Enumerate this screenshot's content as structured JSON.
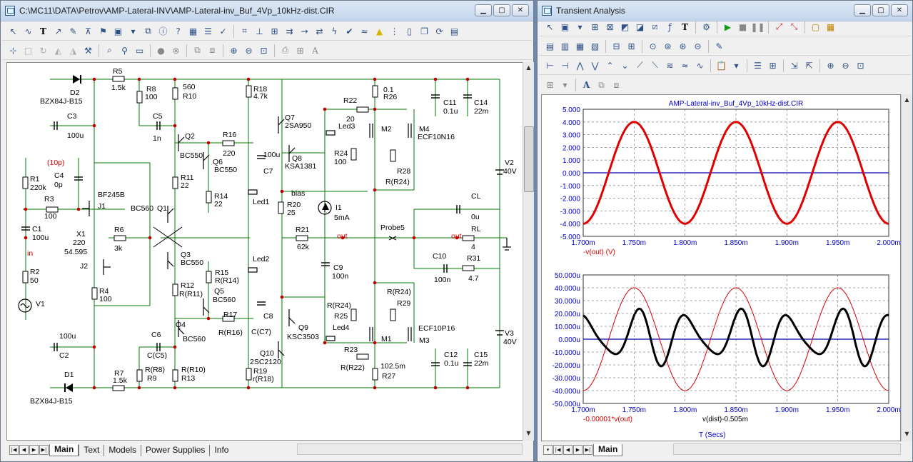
{
  "schematic_window": {
    "title": "C:\\MC11\\DATA\\Petrov\\AMP-Lateral-INV\\AMP-Lateral-inv_Buf_4Vp_10kHz-dist.CIR",
    "tabs": [
      "Main",
      "Text",
      "Models",
      "Power Supplies",
      "Info"
    ],
    "active_tab": "Main",
    "component_labels": [
      {
        "id": "d2",
        "text": "D2"
      },
      {
        "id": "d2m",
        "text": "BZX84J-B15"
      },
      {
        "id": "r5",
        "text": "R5"
      },
      {
        "id": "r5v",
        "text": "1.5k"
      },
      {
        "id": "r8",
        "text": "R8"
      },
      {
        "id": "r8v",
        "text": "100"
      },
      {
        "id": "r10v",
        "text": "560"
      },
      {
        "id": "r10",
        "text": "R10"
      },
      {
        "id": "c3",
        "text": "C3"
      },
      {
        "id": "c3v",
        "text": "100u"
      },
      {
        "id": "c5",
        "text": "C5"
      },
      {
        "id": "c5v",
        "text": "1n"
      },
      {
        "id": "q2",
        "text": "Q2"
      },
      {
        "id": "q2m",
        "text": "BC550"
      },
      {
        "id": "r16",
        "text": "R16"
      },
      {
        "id": "r16v",
        "text": "220"
      },
      {
        "id": "q6",
        "text": "Q6"
      },
      {
        "id": "q6m",
        "text": "BC550"
      },
      {
        "id": "r18",
        "text": "R18"
      },
      {
        "id": "r18v",
        "text": "4.7k"
      },
      {
        "id": "q7",
        "text": "Q7"
      },
      {
        "id": "q7m",
        "text": "2SA950"
      },
      {
        "id": "r22",
        "text": "R22"
      },
      {
        "id": "r22v",
        "text": "20"
      },
      {
        "id": "r26v",
        "text": "0.1"
      },
      {
        "id": "r26",
        "text": "R26"
      },
      {
        "id": "c11",
        "text": "C11"
      },
      {
        "id": "c11v",
        "text": "0.1u"
      },
      {
        "id": "c14",
        "text": "C14"
      },
      {
        "id": "c14v",
        "text": "22m"
      },
      {
        "id": "led3",
        "text": "Led3"
      },
      {
        "id": "m2",
        "text": "M2"
      },
      {
        "id": "m4",
        "text": "M4"
      },
      {
        "id": "m4m",
        "text": "ECF10N16"
      },
      {
        "id": "c7v",
        "text": "100u"
      },
      {
        "id": "c7",
        "text": "C7"
      },
      {
        "id": "q8",
        "text": "Q8"
      },
      {
        "id": "q8m",
        "text": "KSA1381"
      },
      {
        "id": "r24",
        "text": "R24"
      },
      {
        "id": "r24v",
        "text": "100"
      },
      {
        "id": "r28",
        "text": "R28"
      },
      {
        "id": "r28v",
        "text": "R(R24)"
      },
      {
        "id": "v2",
        "text": "V2"
      },
      {
        "id": "v2v",
        "text": "40V"
      },
      {
        "id": "c10p",
        "text": "(10p)"
      },
      {
        "id": "r1",
        "text": "R1"
      },
      {
        "id": "r1v",
        "text": "220k"
      },
      {
        "id": "c4",
        "text": "C4"
      },
      {
        "id": "c4v",
        "text": "0p"
      },
      {
        "id": "r11",
        "text": "R11"
      },
      {
        "id": "r11v",
        "text": "22"
      },
      {
        "id": "j1m",
        "text": "BF245B"
      },
      {
        "id": "j1",
        "text": "J1"
      },
      {
        "id": "r3",
        "text": "R3"
      },
      {
        "id": "r3v",
        "text": "100"
      },
      {
        "id": "r14",
        "text": "R14"
      },
      {
        "id": "r14v",
        "text": "22"
      },
      {
        "id": "led1",
        "text": "Led1"
      },
      {
        "id": "bias",
        "text": "bias"
      },
      {
        "id": "r20",
        "text": "R20"
      },
      {
        "id": "r20v",
        "text": "25"
      },
      {
        "id": "i1",
        "text": "I1"
      },
      {
        "id": "i1v",
        "text": "5mA"
      },
      {
        "id": "cl",
        "text": "CL"
      },
      {
        "id": "clv",
        "text": "0u"
      },
      {
        "id": "bc560a",
        "text": "BC560"
      },
      {
        "id": "q1",
        "text": "Q1"
      },
      {
        "id": "c1",
        "text": "C1"
      },
      {
        "id": "c1v",
        "text": "100u"
      },
      {
        "id": "x1",
        "text": "X1"
      },
      {
        "id": "x1a",
        "text": "220"
      },
      {
        "id": "x1b",
        "text": "54.595"
      },
      {
        "id": "r6",
        "text": "R6"
      },
      {
        "id": "r6v",
        "text": "3k"
      },
      {
        "id": "r21",
        "text": "R21"
      },
      {
        "id": "r21v",
        "text": "62k"
      },
      {
        "id": "probe5",
        "text": "Probe5"
      },
      {
        "id": "rl",
        "text": "RL"
      },
      {
        "id": "rlv",
        "text": "4"
      },
      {
        "id": "q3",
        "text": "Q3"
      },
      {
        "id": "q3m",
        "text": "BC550"
      },
      {
        "id": "led2",
        "text": "Led2"
      },
      {
        "id": "c10",
        "text": "C10"
      },
      {
        "id": "c10v",
        "text": "100n"
      },
      {
        "id": "r31",
        "text": "R31"
      },
      {
        "id": "r31v",
        "text": "4.7"
      },
      {
        "id": "r2",
        "text": "R2"
      },
      {
        "id": "r2v",
        "text": "50"
      },
      {
        "id": "j2",
        "text": "J2"
      },
      {
        "id": "r15",
        "text": "R15"
      },
      {
        "id": "r15v",
        "text": "R(R14)"
      },
      {
        "id": "q5",
        "text": "Q5"
      },
      {
        "id": "q5m",
        "text": "BC560"
      },
      {
        "id": "c9",
        "text": "C9"
      },
      {
        "id": "c9v",
        "text": "100n"
      },
      {
        "id": "r29v",
        "text": "R(R24)"
      },
      {
        "id": "r29",
        "text": "R29"
      },
      {
        "id": "r4",
        "text": "R4"
      },
      {
        "id": "r4v",
        "text": "100"
      },
      {
        "id": "r12",
        "text": "R12"
      },
      {
        "id": "r12v",
        "text": "R(R11)"
      },
      {
        "id": "c8",
        "text": "C8"
      },
      {
        "id": "r25v",
        "text": "R(R24)"
      },
      {
        "id": "r25",
        "text": "R25"
      },
      {
        "id": "v1",
        "text": "V1"
      },
      {
        "id": "q4",
        "text": "Q4"
      },
      {
        "id": "q4m",
        "text": "BC560"
      },
      {
        "id": "r17",
        "text": "R17"
      },
      {
        "id": "r17v",
        "text": "R(R16)"
      },
      {
        "id": "q9",
        "text": "Q9"
      },
      {
        "id": "q9m",
        "text": "KSC3503"
      },
      {
        "id": "led4",
        "text": "Led4"
      },
      {
        "id": "m1",
        "text": "M1"
      },
      {
        "id": "m3",
        "text": "M3"
      },
      {
        "id": "m3m",
        "text": "ECF10P16"
      },
      {
        "id": "v3",
        "text": "V3"
      },
      {
        "id": "v3v",
        "text": "40V"
      },
      {
        "id": "c2v",
        "text": "100u"
      },
      {
        "id": "c2",
        "text": "C2"
      },
      {
        "id": "c6",
        "text": "C6"
      },
      {
        "id": "c6v",
        "text": "C(C5)"
      },
      {
        "id": "cc7",
        "text": "C(C7)"
      },
      {
        "id": "q10",
        "text": "Q10"
      },
      {
        "id": "q10m",
        "text": "2SC2120"
      },
      {
        "id": "r23",
        "text": "R23"
      },
      {
        "id": "r23v",
        "text": "R(R22)"
      },
      {
        "id": "c12",
        "text": "C12"
      },
      {
        "id": "c12v",
        "text": "0.1u"
      },
      {
        "id": "c15",
        "text": "C15"
      },
      {
        "id": "c15v",
        "text": "22m"
      },
      {
        "id": "r27v",
        "text": "102.5m"
      },
      {
        "id": "r27",
        "text": "R27"
      },
      {
        "id": "r9v",
        "text": "R(R8)"
      },
      {
        "id": "r9",
        "text": "R9"
      },
      {
        "id": "r13v",
        "text": "R(R10)"
      },
      {
        "id": "r13",
        "text": "R13"
      },
      {
        "id": "r19",
        "text": "R19"
      },
      {
        "id": "r19v",
        "text": "r(R18)"
      },
      {
        "id": "d1",
        "text": "D1"
      },
      {
        "id": "d1m",
        "text": "BZX84J-B15"
      },
      {
        "id": "r7",
        "text": "R7"
      },
      {
        "id": "r7v",
        "text": "1.5k"
      }
    ],
    "node_labels": [
      {
        "id": "out1",
        "text": "out"
      },
      {
        "id": "out2",
        "text": "out"
      },
      {
        "id": "in1",
        "text": "in"
      }
    ]
  },
  "analysis_window": {
    "title": "Transient Analysis",
    "tabs": [
      "Main"
    ],
    "active_tab": "Main"
  },
  "chart_data": [
    {
      "type": "line",
      "title": "AMP-Lateral-inv_Buf_4Vp_10kHz-dist.CIR",
      "xlabel": "",
      "ylabel": "",
      "x_ticks": [
        "1.700m",
        "1.750m",
        "1.800m",
        "1.850m",
        "1.900m",
        "1.950m",
        "2.000m"
      ],
      "y_ticks": [
        "5.000",
        "4.000",
        "3.000",
        "2.000",
        "1.000",
        "0.000",
        "-1.000",
        "-2.000",
        "-3.000",
        "-4.000",
        "-5.000"
      ],
      "xlim": [
        0.0017,
        0.002
      ],
      "ylim": [
        -5,
        5
      ],
      "grid": true,
      "series": [
        {
          "name": "-v(out) (V)",
          "color": "#e00000",
          "amplitude": 4.0,
          "frequency_hz": 10000,
          "phase_deg": -90,
          "x_start": 0.0017,
          "x_end": 0.002
        }
      ]
    },
    {
      "type": "line",
      "xlabel": "T (Secs)",
      "ylabel": "",
      "x_ticks": [
        "1.700m",
        "1.750m",
        "1.800m",
        "1.850m",
        "1.900m",
        "1.950m",
        "2.000m"
      ],
      "y_ticks": [
        "50.000u",
        "40.000u",
        "30.000u",
        "20.000u",
        "10.000u",
        "0.000u",
        "-10.000u",
        "-20.000u",
        "-30.000u",
        "-40.000u",
        "-50.000u"
      ],
      "xlim": [
        0.0017,
        0.002
      ],
      "ylim": [
        -5e-05,
        5e-05
      ],
      "grid": true,
      "series": [
        {
          "name": "-0.00001*v(out)",
          "color": "#d40000",
          "amplitude": 4e-05,
          "frequency_hz": 10000,
          "phase_deg": -90
        },
        {
          "name": "v(dist)-0.505m",
          "color": "#000000",
          "frequency_hz": 10000,
          "harmonics": [
            {
              "n": 2,
              "amplitude": 1.75e-05,
              "phase_deg": 70
            },
            {
              "n": 3,
              "amplitude": 6e-06,
              "phase_deg": 180
            }
          ],
          "offset": 2e-06
        }
      ]
    }
  ]
}
